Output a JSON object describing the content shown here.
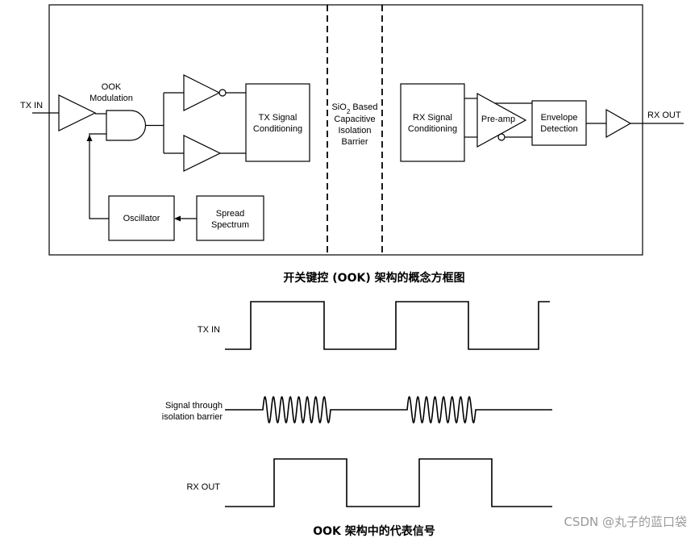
{
  "block_diagram": {
    "tx_in": "TX IN",
    "ook_modulation": {
      "line1": "OOK",
      "line2": "Modulation"
    },
    "oscillator": "Oscillator",
    "spread_spectrum": {
      "line1": "Spread",
      "line2": "Spectrum"
    },
    "tx_signal_conditioning": {
      "line1": "TX Signal",
      "line2": "Conditioning"
    },
    "barrier": {
      "line1_prefix": "SiO",
      "line1_sub": "2",
      "line1_suffix": " Based",
      "line2": "Capacitive",
      "line3": "Isolation",
      "line4": "Barrier"
    },
    "rx_signal_conditioning": {
      "line1": "RX Signal",
      "line2": "Conditioning"
    },
    "pre_amp": "Pre-amp",
    "envelope_detection": {
      "line1": "Envelope",
      "line2": "Detection"
    },
    "rx_out": "RX OUT",
    "caption": "开关键控 (OOK) 架构的概念方框图"
  },
  "waveforms": {
    "tx_in": "TX IN",
    "signal": {
      "line1": "Signal through",
      "line2": "isolation barrier"
    },
    "rx_out": "RX OUT",
    "caption": "OOK 架构中的代表信号"
  },
  "watermark": "CSDN @丸子的蓝口袋",
  "colors": {
    "stroke": "#000000",
    "watermark": "#9a9a9a"
  }
}
